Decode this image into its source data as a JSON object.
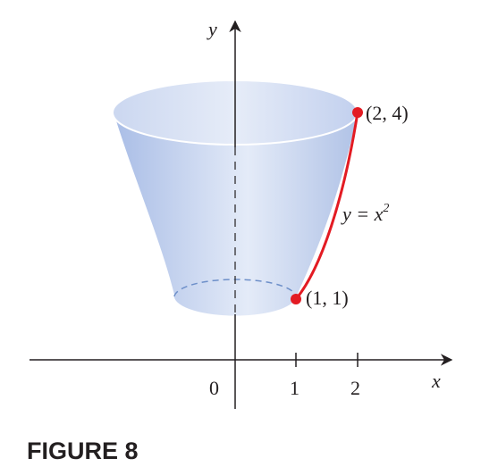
{
  "figure": {
    "caption": "FIGURE 8",
    "axes": {
      "x_label": "x",
      "y_label": "y",
      "origin_label": "0",
      "x_ticks": [
        "1",
        "2"
      ]
    },
    "curve": {
      "label_lhs": "y = x",
      "label_exponent": "2"
    },
    "points": [
      {
        "label": "(1, 1)",
        "color": "#e31b23"
      },
      {
        "label": "(2, 4)",
        "color": "#e31b23"
      }
    ],
    "colors": {
      "solid_fill": "#b9c8e8",
      "curve": "#e31b23",
      "axes": "#231f20",
      "hidden_edge": "#6d8fc9"
    }
  }
}
